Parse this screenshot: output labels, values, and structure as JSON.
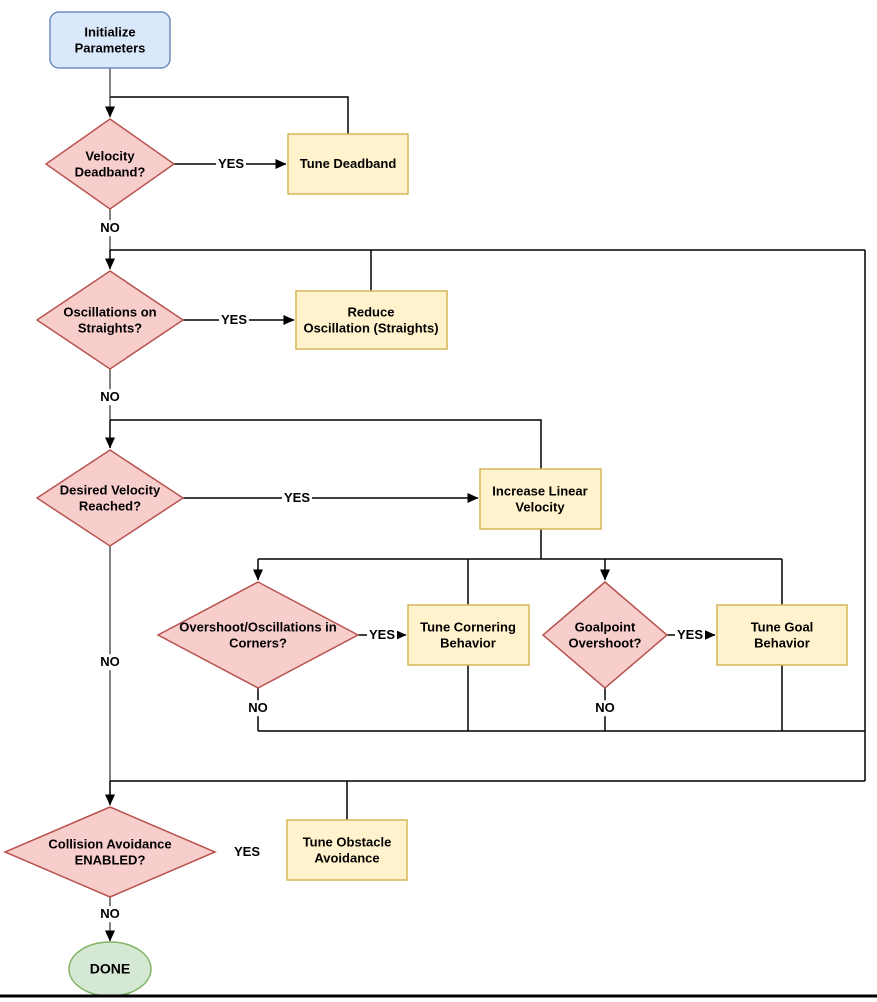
{
  "palette": {
    "start_fill": "#dae8fc",
    "start_stroke": "#6c8ebf",
    "decision_fill": "#f8cecc",
    "decision_stroke": "#b85450",
    "process_fill": "#fff2cc",
    "process_stroke": "#d6b656",
    "terminal_fill": "#d5e8d4",
    "terminal_stroke": "#82b366",
    "edge_color": "#000000",
    "spine_color": "#595959"
  },
  "labels": {
    "yes": "YES",
    "no": "NO"
  },
  "nodes": {
    "initialize": {
      "label": "Initialize\nParameters"
    },
    "velocity_deadband": {
      "label": "Velocity\nDeadband?"
    },
    "tune_deadband": {
      "label": "Tune Deadband"
    },
    "oscillations_straights": {
      "label": "Oscillations on\nStraights?"
    },
    "reduce_oscillation": {
      "label": "Reduce\nOscillation (Straights)"
    },
    "desired_velocity": {
      "label": "Desired Velocity\nReached?"
    },
    "increase_linear_velocity": {
      "label": "Increase Linear\nVelocity"
    },
    "overshoot_corners": {
      "label": "Overshoot/Oscillations in\nCorners?"
    },
    "tune_cornering": {
      "label": "Tune Cornering\nBehavior"
    },
    "goalpoint_overshoot": {
      "label": "Goalpoint\nOvershoot?"
    },
    "tune_goal": {
      "label": "Tune Goal\nBehavior"
    },
    "collision_avoidance": {
      "label": "Collision Avoidance\nENABLED?"
    },
    "tune_obstacle": {
      "label": "Tune Obstacle\nAvoidance"
    },
    "done": {
      "label": "DONE"
    }
  }
}
